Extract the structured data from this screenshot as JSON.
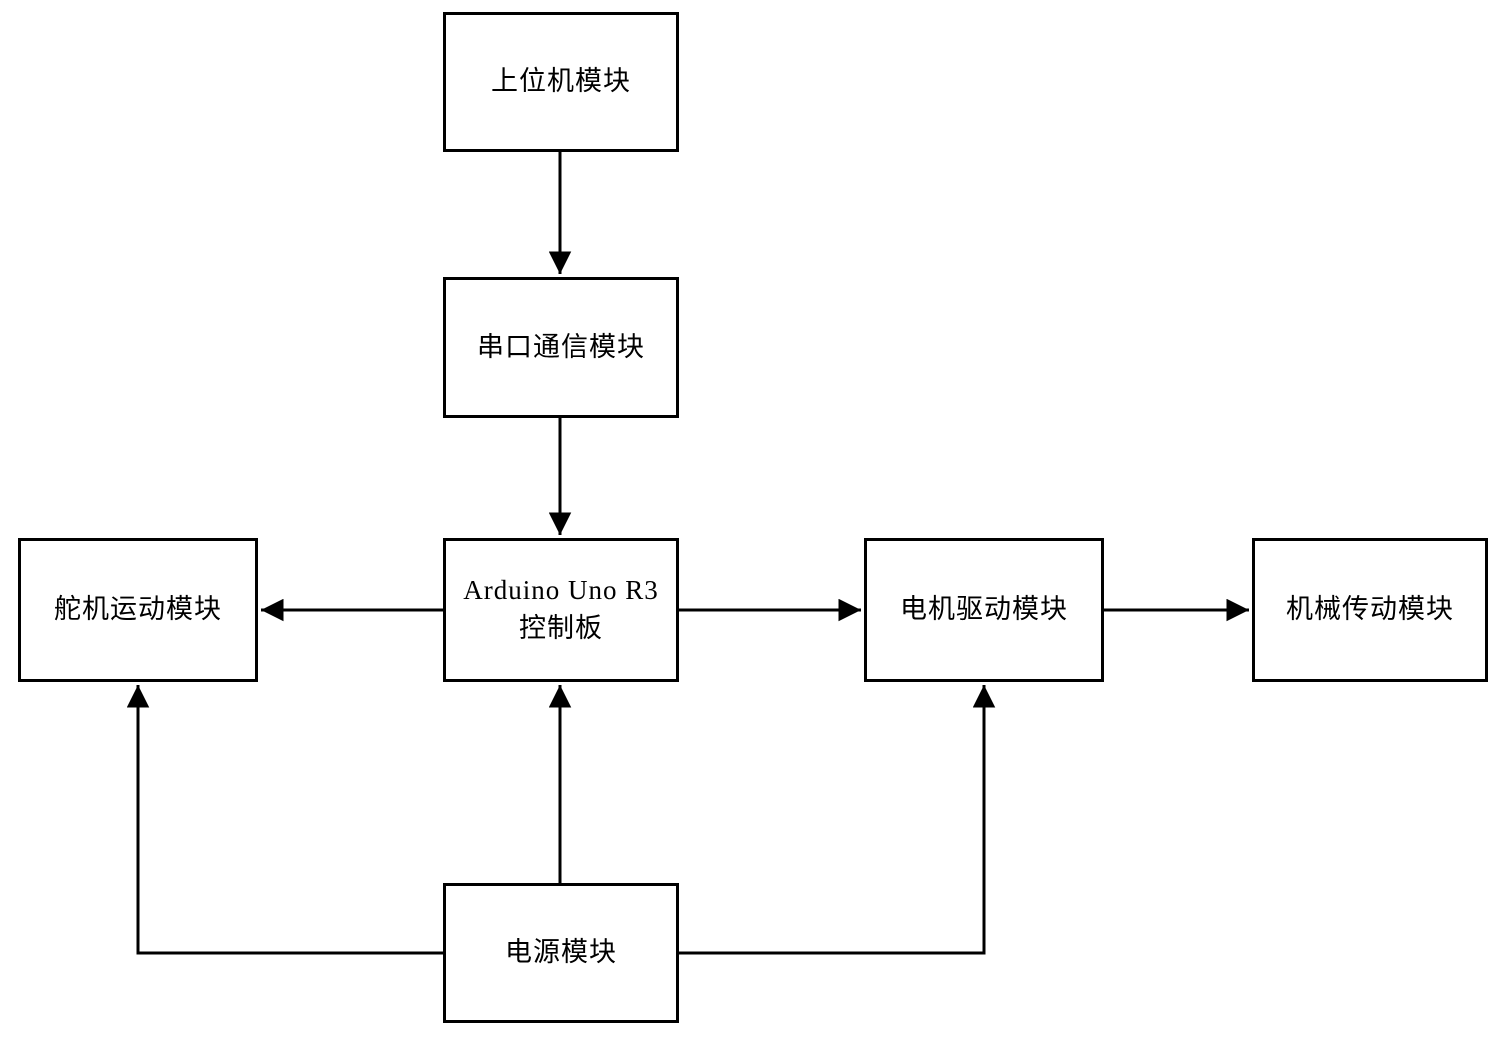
{
  "diagram": {
    "type": "block-diagram",
    "background_color": "#ffffff",
    "line_color": "#000000",
    "box_fill_color": "#ffffff",
    "nodes": {
      "host": {
        "label": "上位机模块"
      },
      "serial": {
        "label": "串口通信模块"
      },
      "controller": {
        "label": "Arduino Uno R3控制板"
      },
      "servo": {
        "label": "舵机运动模块"
      },
      "motor": {
        "label": "电机驱动模块"
      },
      "mech": {
        "label": "机械传动模块"
      },
      "power": {
        "label": "电源模块"
      }
    },
    "edges": [
      {
        "from": "上位机模块",
        "to": "串口通信模块",
        "direction": "down",
        "style": "solid-arrow"
      },
      {
        "from": "串口通信模块",
        "to": "Arduino Uno R3控制板",
        "direction": "down",
        "style": "solid-arrow"
      },
      {
        "from": "Arduino Uno R3控制板",
        "to": "舵机运动模块",
        "direction": "left",
        "style": "solid-arrow"
      },
      {
        "from": "Arduino Uno R3控制板",
        "to": "电机驱动模块",
        "direction": "right",
        "style": "solid-arrow"
      },
      {
        "from": "电机驱动模块",
        "to": "机械传动模块",
        "direction": "right",
        "style": "solid-arrow"
      },
      {
        "from": "电源模块",
        "to": "Arduino Uno R3控制板",
        "direction": "up",
        "style": "solid-arrow"
      },
      {
        "from": "电源模块",
        "to": "舵机运动模块",
        "direction": "up-via-left-elbow",
        "style": "solid-arrow"
      },
      {
        "from": "电源模块",
        "to": "电机驱动模块",
        "direction": "up-via-right-elbow",
        "style": "solid-arrow"
      }
    ]
  }
}
